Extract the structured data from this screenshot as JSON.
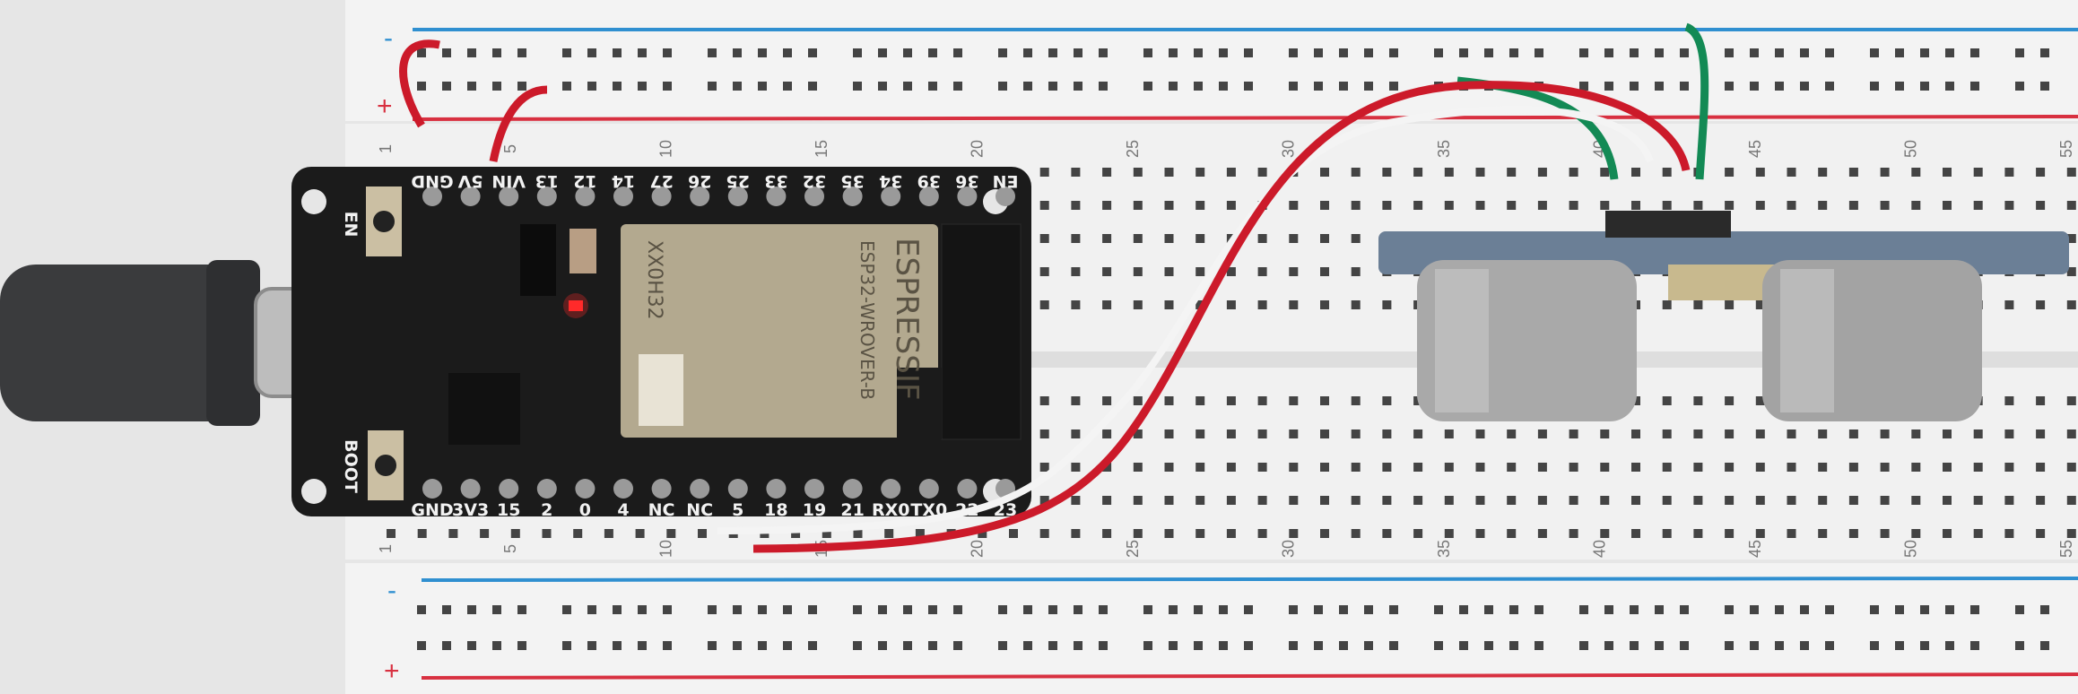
{
  "board": {
    "top_pins": [
      "GND",
      "5V",
      "VIN",
      "13",
      "12",
      "14",
      "27",
      "26",
      "25",
      "33",
      "32",
      "35",
      "34",
      "39",
      "36",
      "EN"
    ],
    "bottom_pins": [
      "GND",
      "3V3",
      "15",
      "2",
      "0",
      "4",
      "NC",
      "NC",
      "5",
      "18",
      "19",
      "21",
      "RX0",
      "TX0",
      "22",
      "23"
    ],
    "en_button": "EN",
    "boot_button": "BOOT",
    "module_brand": "ESPRESSIF",
    "module_model": "ESP32-WROVER-B",
    "module_code": "XX0H32"
  },
  "breadboard": {
    "column_numbers": [
      "1",
      "5",
      "10",
      "15",
      "20",
      "25",
      "30",
      "35",
      "40",
      "45",
      "50",
      "55"
    ],
    "rail_minus": "-",
    "rail_plus": "+"
  },
  "colors": {
    "board": "#1b1b1b",
    "module_shield": "#b3a98f",
    "rail_blue": "#2f8fd0",
    "rail_red": "#d83040",
    "wire_red": "#cc1a2a",
    "wire_white": "#f4f4f4",
    "wire_green": "#138a55",
    "led": "#ff2a2a"
  }
}
